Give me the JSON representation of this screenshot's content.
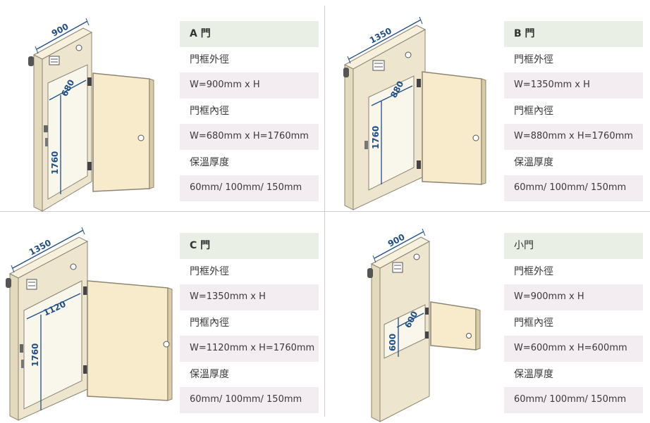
{
  "doors": [
    {
      "title": "A 門",
      "outer_label": "門框外徑",
      "outer_value": "W=900mm x H",
      "inner_label": "門框內徑",
      "inner_value": "W=680mm x H=1760mm",
      "insulation_label": "保溫厚度",
      "insulation_value": "60mm/ 100mm/ 150mm",
      "dim_outer": "900",
      "dim_inner_w": "680",
      "dim_inner_h": "1760"
    },
    {
      "title": "B 門",
      "outer_label": "門框外徑",
      "outer_value": "W=1350mm x H",
      "inner_label": "門框內徑",
      "inner_value": "W=880mm x H=1760mm",
      "insulation_label": "保溫厚度",
      "insulation_value": "60mm/ 100mm/ 150mm",
      "dim_outer": "1350",
      "dim_inner_w": "880",
      "dim_inner_h": "1760"
    },
    {
      "title": "C 門",
      "outer_label": "門框外徑",
      "outer_value": "W=1350mm x H",
      "inner_label": "門框內徑",
      "inner_value": "W=1120mm x H=1760mm",
      "insulation_label": "保溫厚度",
      "insulation_value": "60mm/ 100mm/ 150mm",
      "dim_outer": "1350",
      "dim_inner_w": "1120",
      "dim_inner_h": "1760"
    },
    {
      "title": "小門",
      "outer_label": "門框外徑",
      "outer_value": "W=900mm x H",
      "inner_label": "門框內徑",
      "inner_value": "W=600mm x H=600mm",
      "insulation_label": "保溫厚度",
      "insulation_value": "60mm/ 100mm/ 150mm",
      "dim_outer": "900",
      "dim_inner_w": "600",
      "dim_inner_h": "600"
    }
  ],
  "colors": {
    "frame": "#eee5cf",
    "frame_edge": "#8c8570",
    "door_panel": "#f7ebcb",
    "dimension": "#1f4f86",
    "title_row": "#e9efe5",
    "value_row": "#f3ecf1"
  }
}
